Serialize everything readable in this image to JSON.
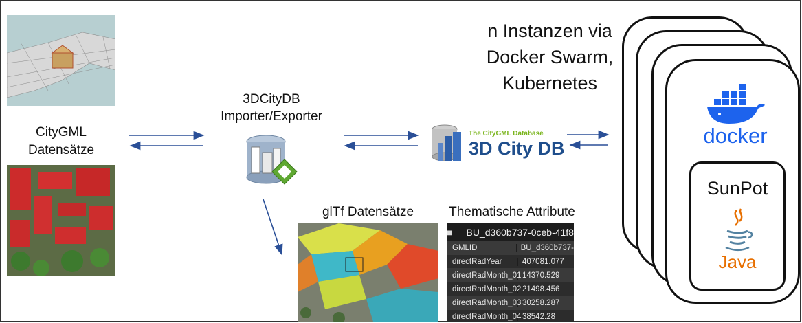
{
  "left": {
    "label_line1": "CityGML",
    "label_line2": "Datensätze"
  },
  "importer": {
    "line1": "3DCityDB",
    "line2": "Importer/Exporter"
  },
  "citydb_logo": {
    "tagline": "The CityGML Database",
    "name": "3D City DB"
  },
  "instances": {
    "line1": "n Instanzen via",
    "line2": "Docker Swarm,",
    "line3": "Kubernetes"
  },
  "docker_logo": "docker",
  "sunpot": {
    "title": "SunPot",
    "java": "Java"
  },
  "gltf_label": "glTf Datensätze",
  "attributes": {
    "label": "Thematische Attribute",
    "header": "BU_d360b737-0ceb-41f8",
    "rows": [
      {
        "key": "GMLID",
        "value": "BU_d360b737-"
      },
      {
        "key": "directRadYear",
        "value": "407081.077"
      },
      {
        "key": "directRadMonth_01",
        "value": "14370.529"
      },
      {
        "key": "directRadMonth_02",
        "value": "21498.456"
      },
      {
        "key": "directRadMonth_03",
        "value": "30258.287"
      },
      {
        "key": "directRadMonth_04",
        "value": "38542.28"
      }
    ]
  },
  "colors": {
    "arrow": "#2a4f97",
    "docker_blue": "#1d63ed",
    "java_orange": "#e76f00",
    "java_blue": "#5382a1",
    "citydb_green": "#7ab51d",
    "citydb_blue": "#1f4e8c"
  }
}
